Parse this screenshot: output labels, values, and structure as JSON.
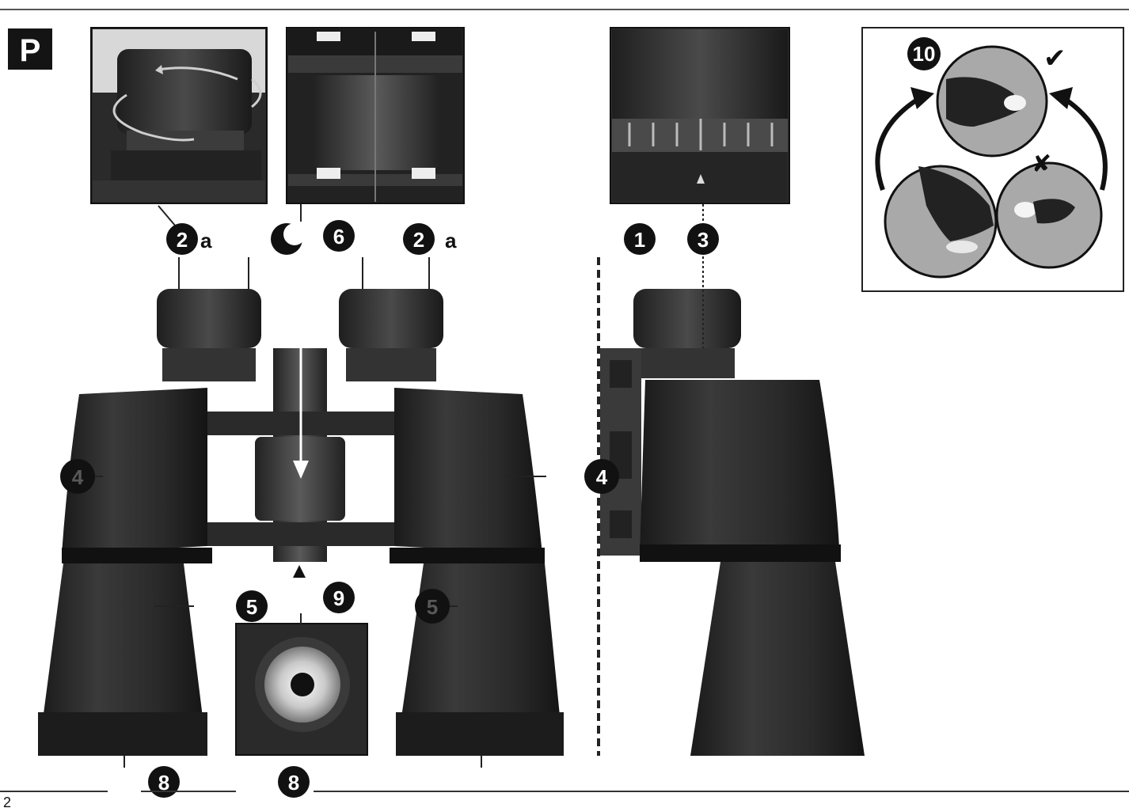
{
  "section_badge": "P",
  "page_number": "2",
  "callouts": {
    "c2a": {
      "number": "2",
      "suffix": "a"
    },
    "c6": {
      "number": "6"
    },
    "c2a_right": {
      "number": "2",
      "suffix": "a"
    },
    "c1": {
      "number": "1"
    },
    "c3": {
      "number": "3"
    },
    "c4_left": {
      "number": "4"
    },
    "c4_side": {
      "number": "4"
    },
    "c5_left": {
      "number": "5"
    },
    "c5_right": {
      "number": "5"
    },
    "c9": {
      "number": "9"
    },
    "c8_left": {
      "number": "8"
    },
    "c8_center": {
      "number": "8"
    },
    "c10": {
      "number": "10"
    }
  },
  "marks": {
    "correct": "✔",
    "incorrect": "✘"
  },
  "colors": {
    "body": "#2b2b2b",
    "body_dark": "#1b1b1b",
    "badge": "#141414",
    "circle_fill": "#a9a9a9"
  }
}
